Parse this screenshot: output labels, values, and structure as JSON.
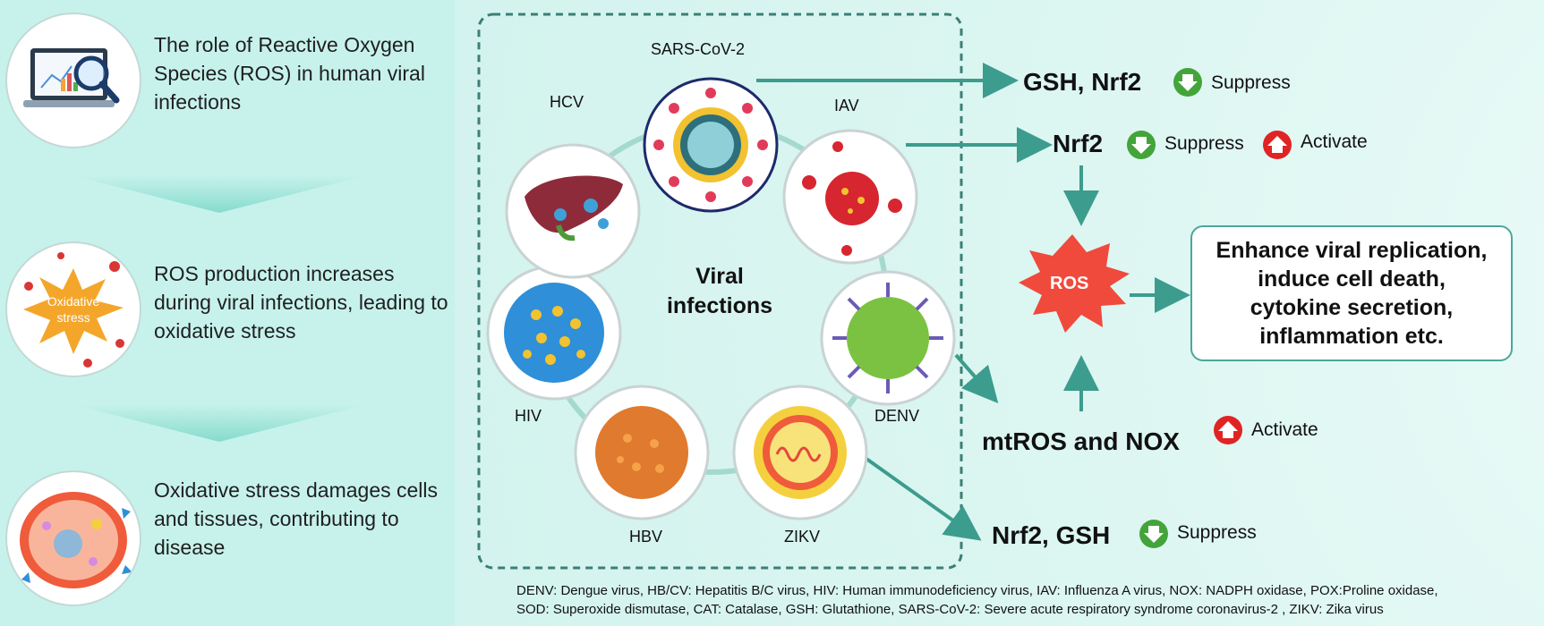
{
  "steps": [
    {
      "text": "The role of Reactive Oxygen Species (ROS) in human viral infections",
      "icon": "laptop-magnifier-icon"
    },
    {
      "text": "ROS production increases during viral infections, leading to oxidative stress",
      "icon": "oxidative-stress-icon",
      "badge": "Oxidative stress"
    },
    {
      "text": "Oxidative stress damages cells and tissues, contributing to disease",
      "icon": "damaged-cell-icon"
    }
  ],
  "viral_infections": {
    "title": "Viral infections",
    "viruses": [
      "SARS-CoV-2",
      "IAV",
      "DENV",
      "ZIKV",
      "HBV",
      "HIV",
      "HCV"
    ]
  },
  "effects": [
    {
      "target": "GSH, Nrf2",
      "actions": [
        "Suppress"
      ]
    },
    {
      "target": "Nrf2",
      "actions": [
        "Suppress",
        "Activate"
      ]
    },
    {
      "target": "mtROS and NOX",
      "actions": [
        "Activate"
      ]
    },
    {
      "target": "Nrf2, GSH",
      "actions": [
        "Suppress"
      ]
    }
  ],
  "ros_label": "ROS",
  "outcome_lines": [
    "Enhance viral replication,",
    "induce cell death,",
    "cytokine secretion,",
    "inflammation etc."
  ],
  "legend": [
    "DENV: Dengue virus, HB/CV: Hepatitis B/C virus, HIV: Human immunodeficiency virus, IAV: Influenza A virus, NOX: NADPH oxidase, POX:Proline oxidase,",
    "SOD: Superoxide dismutase, CAT: Catalase, GSH: Glutathione, SARS-CoV-2: Severe acute respiratory syndrome coronavirus-2 , ZIKV: Zika virus"
  ],
  "colors": {
    "arrow": "#3c9c8e",
    "suppress": "#43a43a",
    "activate": "#e02424",
    "ros": "#f04a3c"
  }
}
